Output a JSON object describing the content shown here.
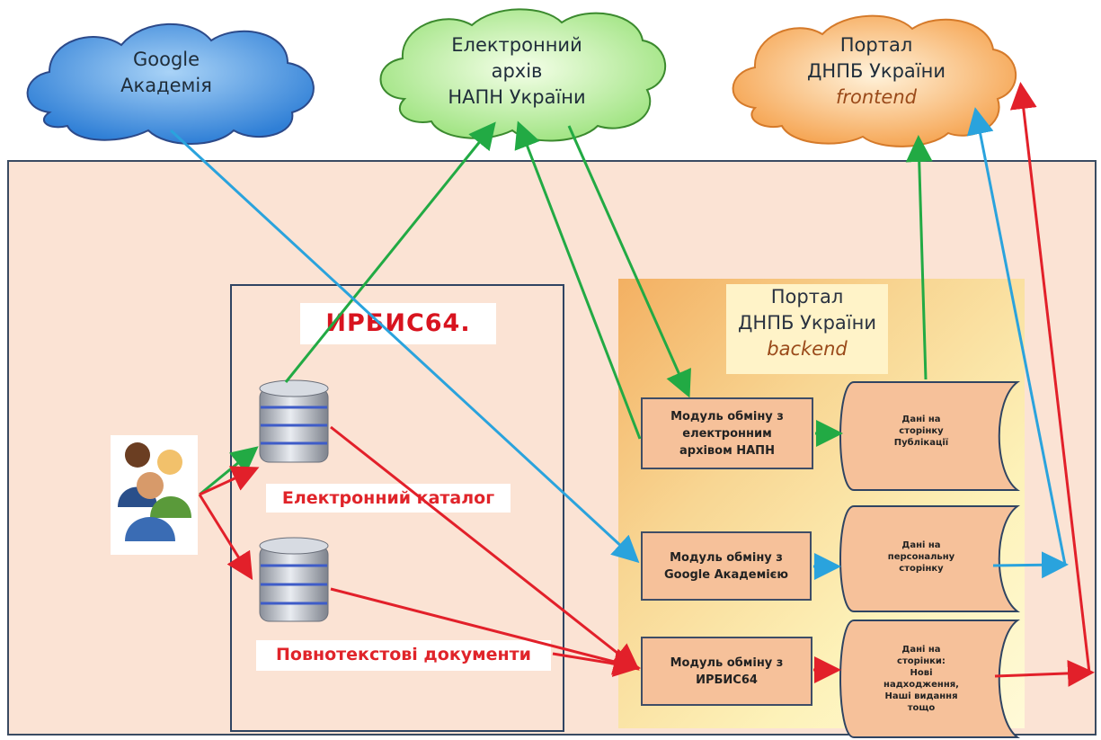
{
  "clouds": {
    "google": {
      "line1": "Google",
      "line2": "Академія"
    },
    "archive": {
      "line1": "Електронний",
      "line2": "архів",
      "line3": "НАПН України"
    },
    "portal_frontend": {
      "line1": "Портал",
      "line2": "ДНПБ України",
      "line3": "frontend"
    }
  },
  "backend": {
    "line1": "Портал",
    "line2": "ДНПБ України",
    "line3": "backend"
  },
  "irbis": {
    "logo": "ИРБИС64.",
    "catalog_label": "Електронний каталог",
    "fulltext_label": "Повнотекстові документи"
  },
  "modules": [
    {
      "lines": [
        "Модуль обміну  з",
        "електронним",
        "архівом НАПН"
      ]
    },
    {
      "lines": [
        "Модуль обміну  з",
        "Google Академією"
      ]
    },
    {
      "lines": [
        "Модуль обміну  з",
        "ИРБИС64"
      ]
    }
  ],
  "stores": [
    {
      "lines": [
        "Дані на",
        "сторінку",
        "Публікації"
      ]
    },
    {
      "lines": [
        "Дані на",
        "персональну",
        "сторінку"
      ]
    },
    {
      "lines": [
        "Дані на",
        "сторінки:",
        "Нові",
        "надходження,",
        "Наші видання",
        "тощо"
      ]
    }
  ],
  "colors": {
    "green": "#22aa44",
    "blue": "#2aa3dd",
    "red": "#e2202a",
    "frame": "#2f4462"
  }
}
